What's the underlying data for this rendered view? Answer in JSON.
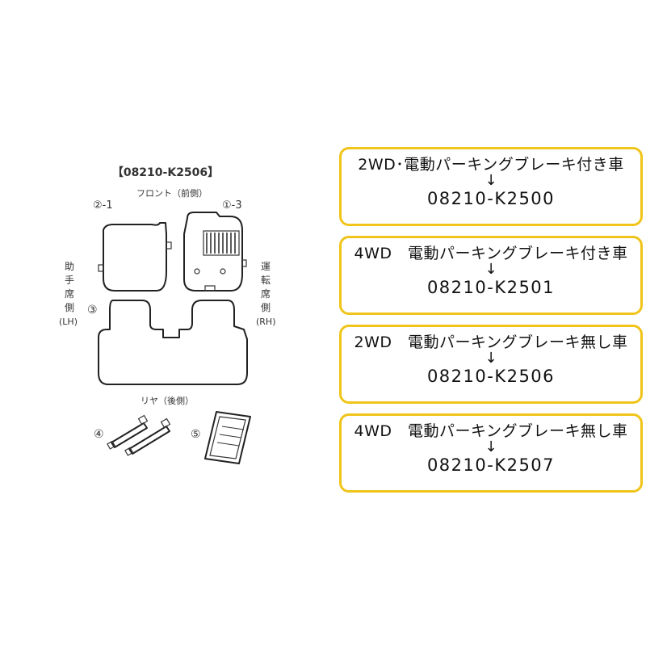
{
  "diagram": {
    "set_code": "【08210-K2506】",
    "front_label": "フロント（前側）",
    "rear_label": "リヤ（後側）",
    "left_label": [
      "助",
      "手",
      "席",
      "側"
    ],
    "left_code": "(LH)",
    "right_label": [
      "運",
      "転",
      "席",
      "側"
    ],
    "right_code": "(RH)",
    "part_labels": {
      "p2_1": "②-1",
      "p1_3": "①-3",
      "p3": "③",
      "p4": "④",
      "p5": "⑤"
    }
  },
  "variants": [
    {
      "condition": "2WD･電動パーキングブレーキ付き車",
      "arrow": "↓",
      "code": "08210-K2500"
    },
    {
      "condition": "4WD　電動パーキングブレーキ付き車",
      "arrow": "↓",
      "code": "08210-K2501"
    },
    {
      "condition": "2WD　電動パーキングブレーキ無し車",
      "arrow": "↓",
      "code": "08210-K2506"
    },
    {
      "condition": "4WD　電動パーキングブレーキ無し車",
      "arrow": "↓",
      "code": "08210-K2507"
    }
  ],
  "colors": {
    "box_border": "#f0c419"
  }
}
